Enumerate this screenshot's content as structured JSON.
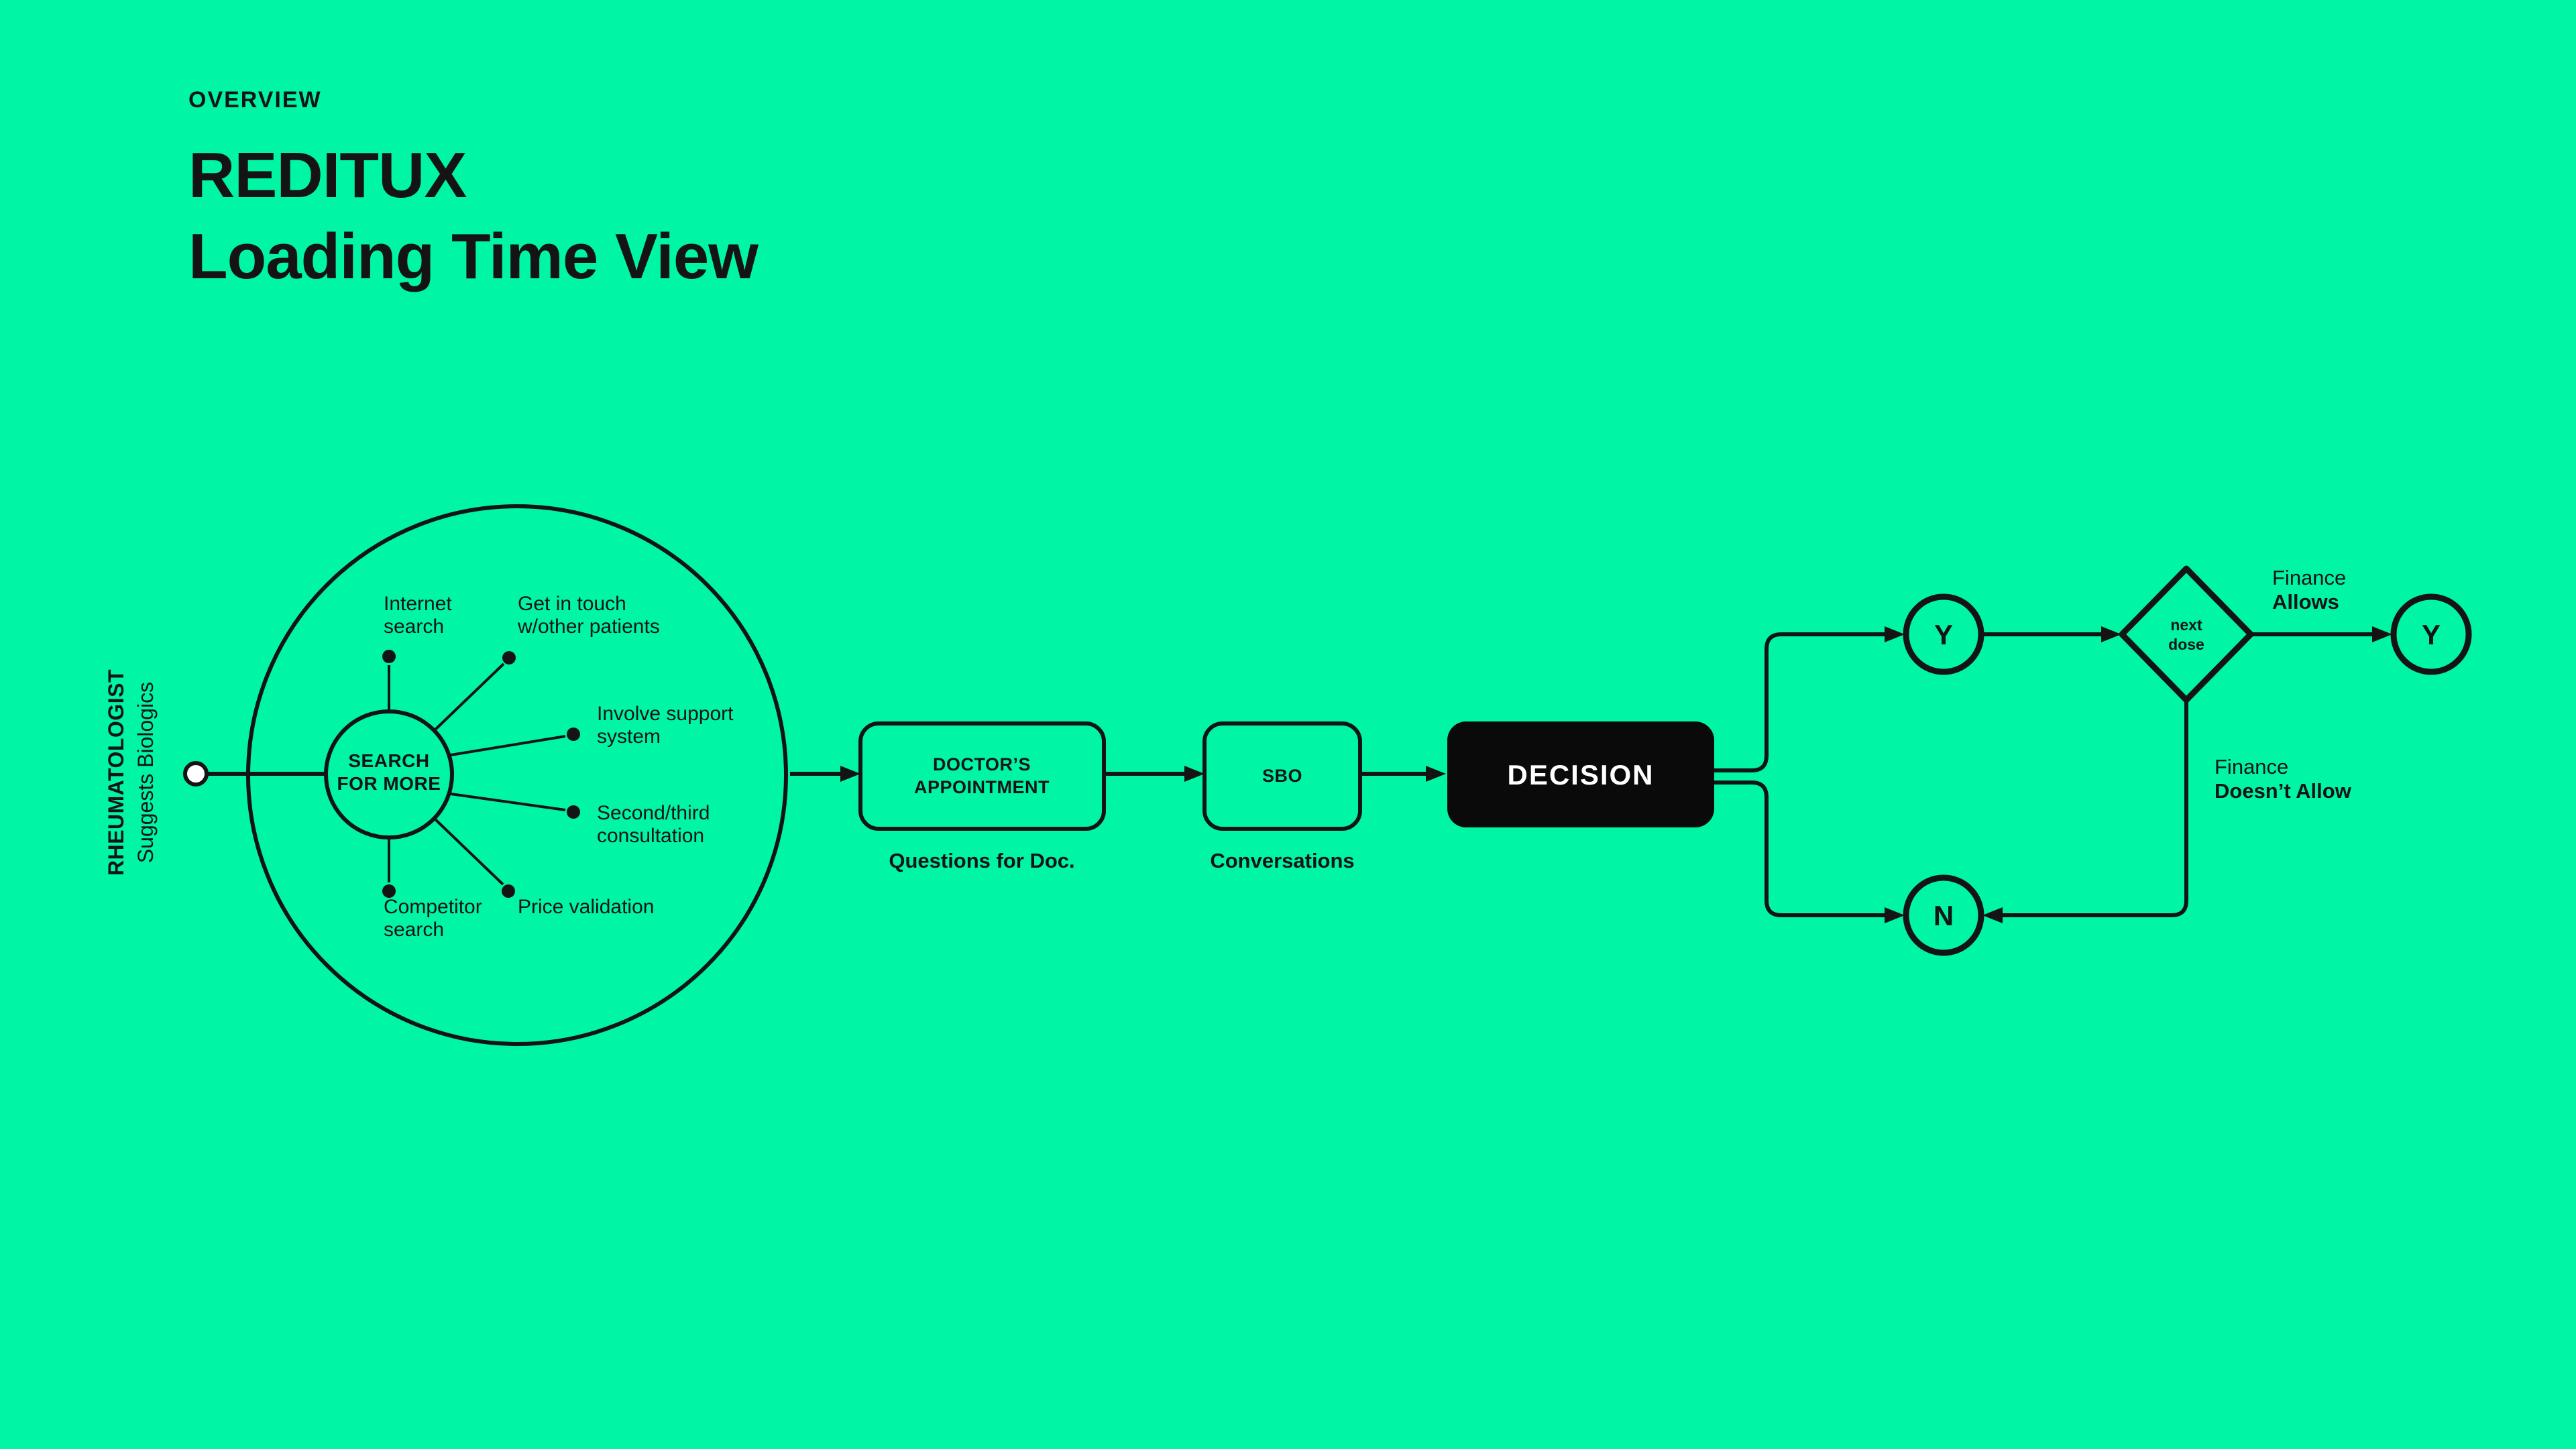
{
  "header": {
    "eyebrow": "OVERVIEW",
    "title_line1": "REDITUX",
    "title_line2": "Loading Time View"
  },
  "actor": {
    "name": "RHEUMATOLOGIST",
    "subtitle": "Suggests Biologics"
  },
  "hub": {
    "label_line1": "SEARCH",
    "label_line2": "FOR MORE",
    "spokes": {
      "internet": {
        "line1": "Internet",
        "line2": "search"
      },
      "touch": {
        "line1": "Get in touch",
        "line2": "w/other patients"
      },
      "support": {
        "line1": "Involve support",
        "line2": "system"
      },
      "consult": {
        "line1": "Second/third",
        "line2": "consultation"
      },
      "price": {
        "line1": "Price validation"
      },
      "competitor": {
        "line1": "Competitor",
        "line2": "search"
      }
    }
  },
  "flow": {
    "doctor_box": {
      "line1": "DOCTOR’S",
      "line2": "APPOINTMENT",
      "caption": "Questions for Doc."
    },
    "sbo_box": {
      "label": "SBO",
      "caption": "Conversations"
    },
    "decision_box": {
      "label": "DECISION"
    },
    "yes_node": {
      "label": "Y"
    },
    "no_node": {
      "label": "N"
    },
    "diamond": {
      "line1": "next",
      "line2": "dose"
    },
    "finance_allows": {
      "line1": "Finance",
      "line2": "Allows"
    },
    "finance_doesnt": {
      "line1": "Finance",
      "line2": "Doesn’t Allow"
    },
    "final_yes_node": {
      "label": "Y"
    }
  },
  "colors": {
    "background": "#00F5A5",
    "ink": "#141414",
    "decision_fill": "#0a0a0a",
    "decision_text": "#ffffff",
    "start_node_fill": "#ffffff"
  }
}
